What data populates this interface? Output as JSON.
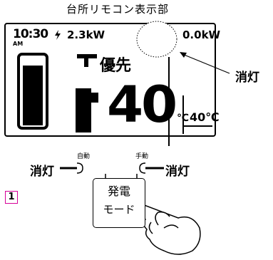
{
  "title": "台所リモコン表示部",
  "lcd": {
    "time": "10:30",
    "ampm": "AM",
    "generation": "2.3kW",
    "purchase": "0.0kW",
    "priority": "優先",
    "temp_main": "40",
    "temp_unit": "℃",
    "temp_small": "40℃"
  },
  "callout_off_right": "消灯",
  "led_left": {
    "label": "消灯",
    "caption": "自動"
  },
  "led_right": {
    "label": "消灯",
    "caption": "手動"
  },
  "button": {
    "line1": "発電",
    "line2": "モード"
  },
  "step_number": "1",
  "colors": {
    "accent": "#d60098"
  }
}
